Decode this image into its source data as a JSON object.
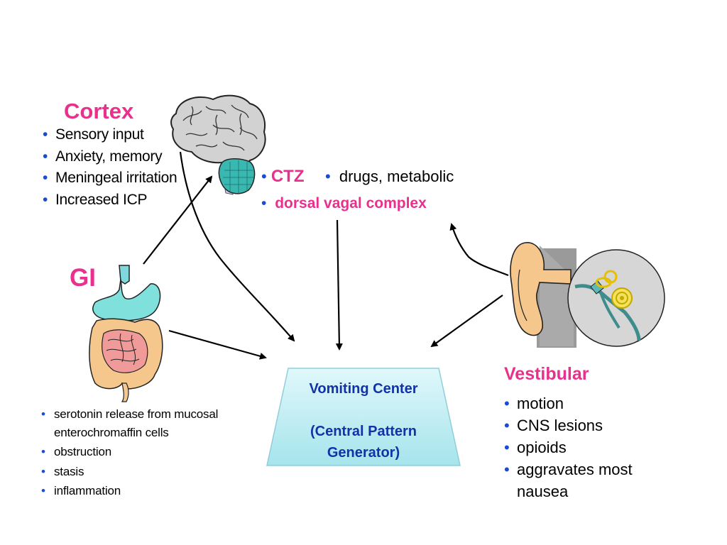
{
  "cortex": {
    "title": "Cortex",
    "items": [
      "Sensory input",
      "Anxiety, memory",
      "Meningeal irritation",
      "Increased ICP"
    ]
  },
  "ctz": {
    "label": "CTZ",
    "causes": "drugs, metabolic",
    "sublabel": "dorsal vagal complex"
  },
  "gi": {
    "title": "GI",
    "items": [
      "serotonin release from mucosal enterochromaffin cells",
      "obstruction",
      "stasis",
      "inflammation"
    ]
  },
  "vestibular": {
    "title": "Vestibular",
    "items": [
      "motion",
      "CNS lesions",
      "opioids",
      "aggravates most nausea"
    ]
  },
  "center": {
    "line1": "Vomiting Center",
    "line2": "(Central Pattern",
    "line3": "Generator)"
  },
  "colors": {
    "heading": "#e8308c",
    "bullet": "#1a4bd6",
    "center_text": "#1232a8",
    "center_fill_top": "#d9f6fa",
    "center_fill_bottom": "#a8e6ee"
  },
  "icons": [
    "brain-icon",
    "digestive-tract-icon",
    "ear-icon"
  ]
}
